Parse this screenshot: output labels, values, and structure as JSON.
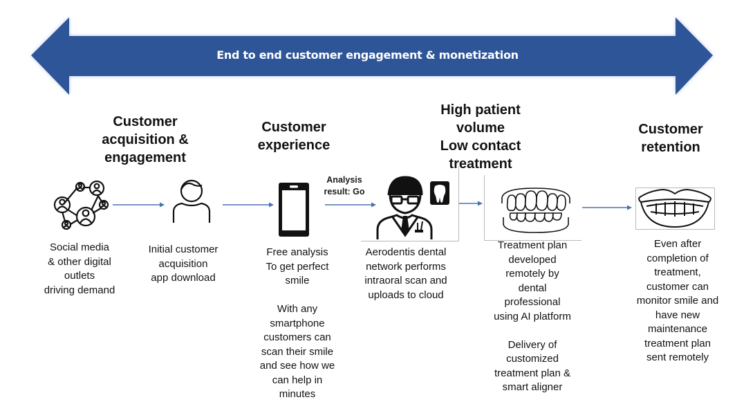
{
  "banner": {
    "label": "End to end customer engagement & monetization",
    "color": "#2e5597",
    "glow": "#bcd0ee"
  },
  "stages": [
    {
      "title": "Customer\nacquisition &\nengagement",
      "steps": [
        {
          "icon": "social-network-icon",
          "description": "Social media\n& other digital\noutlets\ndriving demand"
        },
        {
          "icon": "user-icon",
          "description": "Initial customer\nacquisition\napp download"
        }
      ]
    },
    {
      "title": "Customer\nexperience",
      "steps": [
        {
          "icon": "smartphone-icon",
          "description": "Free analysis\nTo get perfect\nsmile\n\nWith any\nsmartphone\ncustomers can\nscan their smile\nand see how we\ncan help in\nminutes"
        }
      ]
    },
    {
      "title": "High patient\nvolume\nLow contact\ntreatment",
      "steps": [
        {
          "icon": "dentist-icon",
          "description": "Aerodentis dental\nnetwork performs\nintraoral scan and\nuploads to cloud"
        },
        {
          "icon": "teeth-icon",
          "description": "Treatment plan\ndeveloped\nremotely by\ndental\nprofessional\nusing AI platform\n\nDelivery of\ncustomized\ntreatment plan &\nsmart aligner"
        }
      ]
    },
    {
      "title": "Customer\nretention",
      "steps": [
        {
          "icon": "smile-icon",
          "description": "Even after\ncompletion of\ntreatment,\ncustomer can\nmonitor smile and\nhave new\nmaintenance\ntreatment plan\nsent remotely"
        }
      ]
    }
  ],
  "connectors": {
    "analysis_label": "Analysis\nresult: Go",
    "arrow_color": "#4a72b0"
  }
}
